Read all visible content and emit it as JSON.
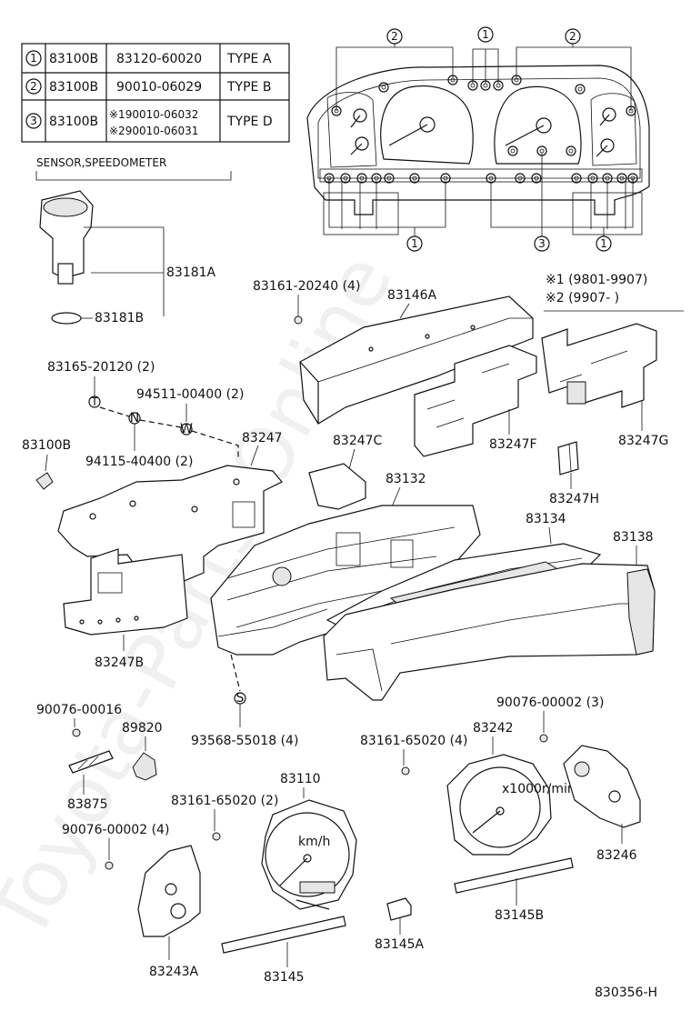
{
  "table": {
    "rows": [
      {
        "num": "1",
        "part": "83100B",
        "number": "83120-60020",
        "type": "TYPE A"
      },
      {
        "num": "2",
        "part": "83100B",
        "number": "90010-06029",
        "type": "TYPE B"
      },
      {
        "num": "3",
        "part": "83100B",
        "number1": "※190010-06032",
        "number2": "※290010-06031",
        "type": "TYPE D"
      }
    ]
  },
  "sensor_title": "SENSOR,SPEEDOMETER",
  "notes": {
    "n1": "※1 (9801-9907)",
    "n2": "※2 (9907-        )"
  },
  "callouts": {
    "c1": "1",
    "c2": "2",
    "c3": "3",
    "small_n": "N",
    "small_w": "W",
    "small_t": "T",
    "small_s": "S"
  },
  "labels": {
    "p83181A": "83181A",
    "p83181B": "83181B",
    "p83161_20240": "83161-20240 (4)",
    "p83146A": "83146A",
    "p83165": "83165-20120 (2)",
    "p94511": "94511-00400 (2)",
    "p94115": "94115-40400 (2)",
    "p83100B": "83100B",
    "p83247": "83247",
    "p83247C": "83247C",
    "p83247F": "83247F",
    "p83247G": "83247G",
    "p83247H": "83247H",
    "p83132": "83132",
    "p83134": "83134",
    "p83138": "83138",
    "p83247B": "83247B",
    "p90076_16": "90076-00016",
    "p89820": "89820",
    "p93568": "93568-55018 (4)",
    "p83161_65020_4": "83161-65020 (4)",
    "p83242": "83242",
    "p90076_02_3": "90076-00002 (3)",
    "p83875": "83875",
    "p83110": "83110",
    "p83161_65020_2": "83161-65020 (2)",
    "p90076_02_4": "90076-00002 (4)",
    "p83246": "83246",
    "p83145B": "83145B",
    "p83145A": "83145A",
    "p83243A": "83243A",
    "p83145": "83145",
    "diagram_code": "830356-H"
  },
  "gauge_text": {
    "kmh": "km/h",
    "rpm": "x1000r/min"
  },
  "watermark": "Toyota-Parts-Online"
}
